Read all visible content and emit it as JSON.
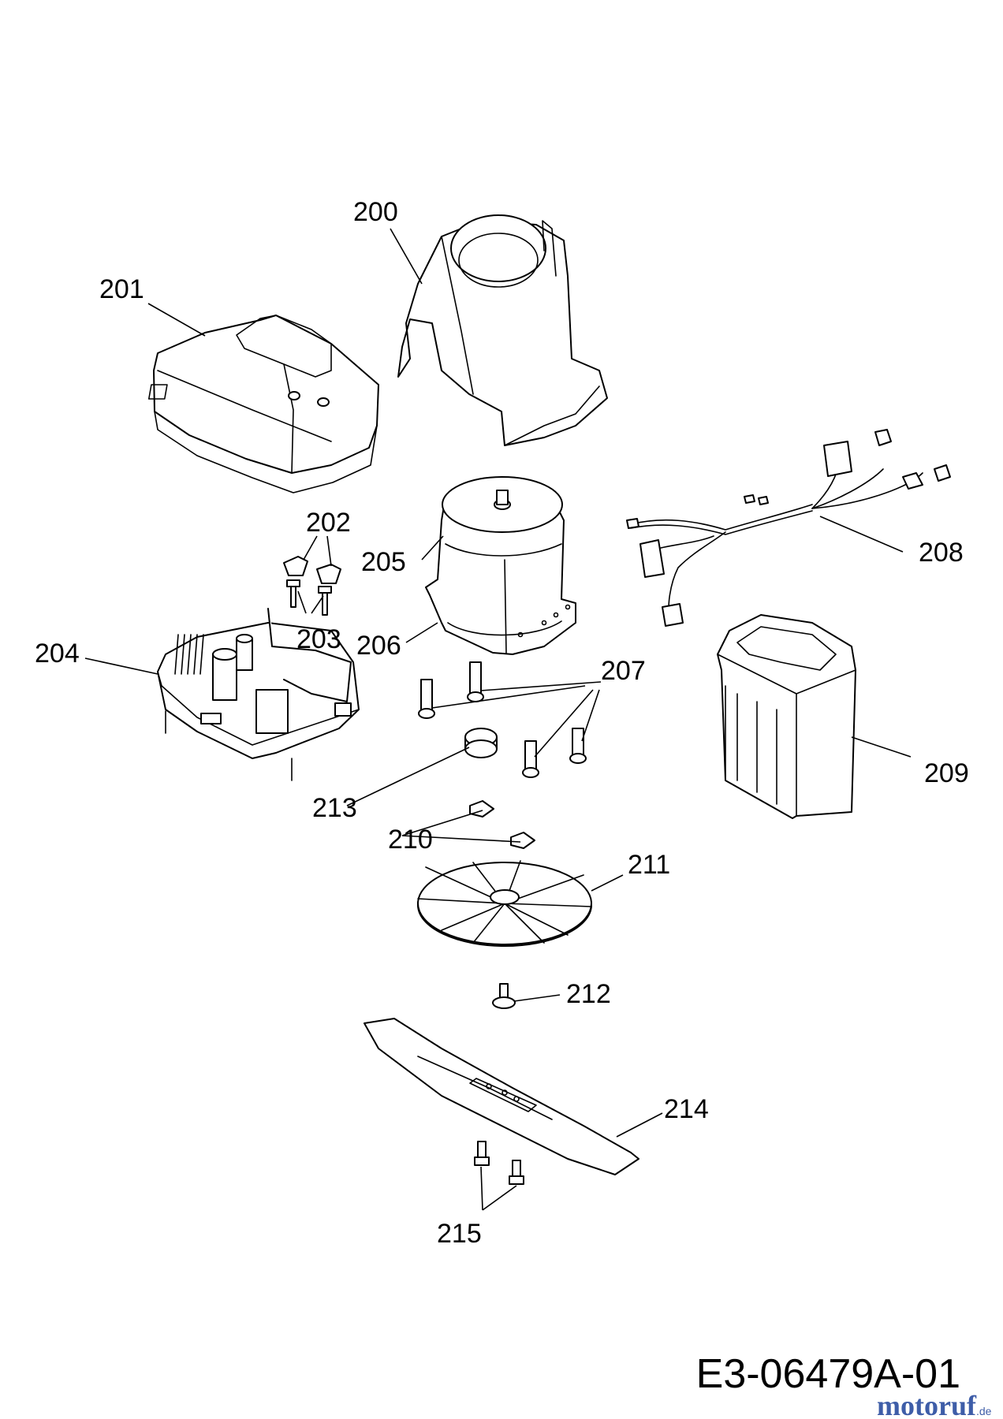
{
  "diagram": {
    "callouts": [
      "200",
      "201",
      "202",
      "203",
      "204",
      "205",
      "206",
      "207",
      "208",
      "209",
      "210",
      "211",
      "212",
      "213",
      "214",
      "215"
    ],
    "drawing_code": "E3-06479A-01",
    "watermark": {
      "main": "motoruf",
      "suffix": ".de"
    }
  },
  "colors": {
    "ink": "#000000",
    "paper": "#ffffff",
    "watermark_blue": "#3e5da8",
    "watermark_gold": "#c9a23a"
  }
}
